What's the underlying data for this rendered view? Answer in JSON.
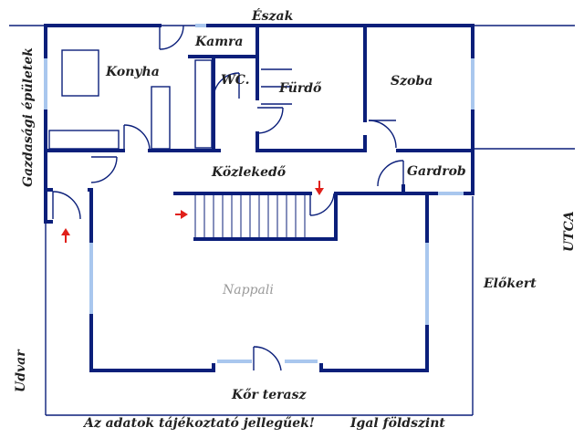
{
  "rooms": {
    "kamra": "Kamra",
    "konyha": "Konyha",
    "wc": "WC.",
    "furdo": "Fürdő",
    "szoba": "Szoba",
    "kozlekedo": "Közlekedő",
    "gardrob": "Gardrob",
    "nappali": "Nappali",
    "terasz": "Kőr terasz"
  },
  "surroundings": {
    "north": "Észak",
    "gazdasagi": "Gazdasági épületek",
    "utca": "UTCA",
    "elokert": "Előkert",
    "udvar": "Udvar"
  },
  "footer": {
    "disclaimer": "Az adatok tájékoztató jellegűek!",
    "level": "Igal földszint"
  },
  "colors": {
    "wall": "#0b1f7a",
    "window": "#a9c7ee",
    "arrow": "#e0201a"
  }
}
